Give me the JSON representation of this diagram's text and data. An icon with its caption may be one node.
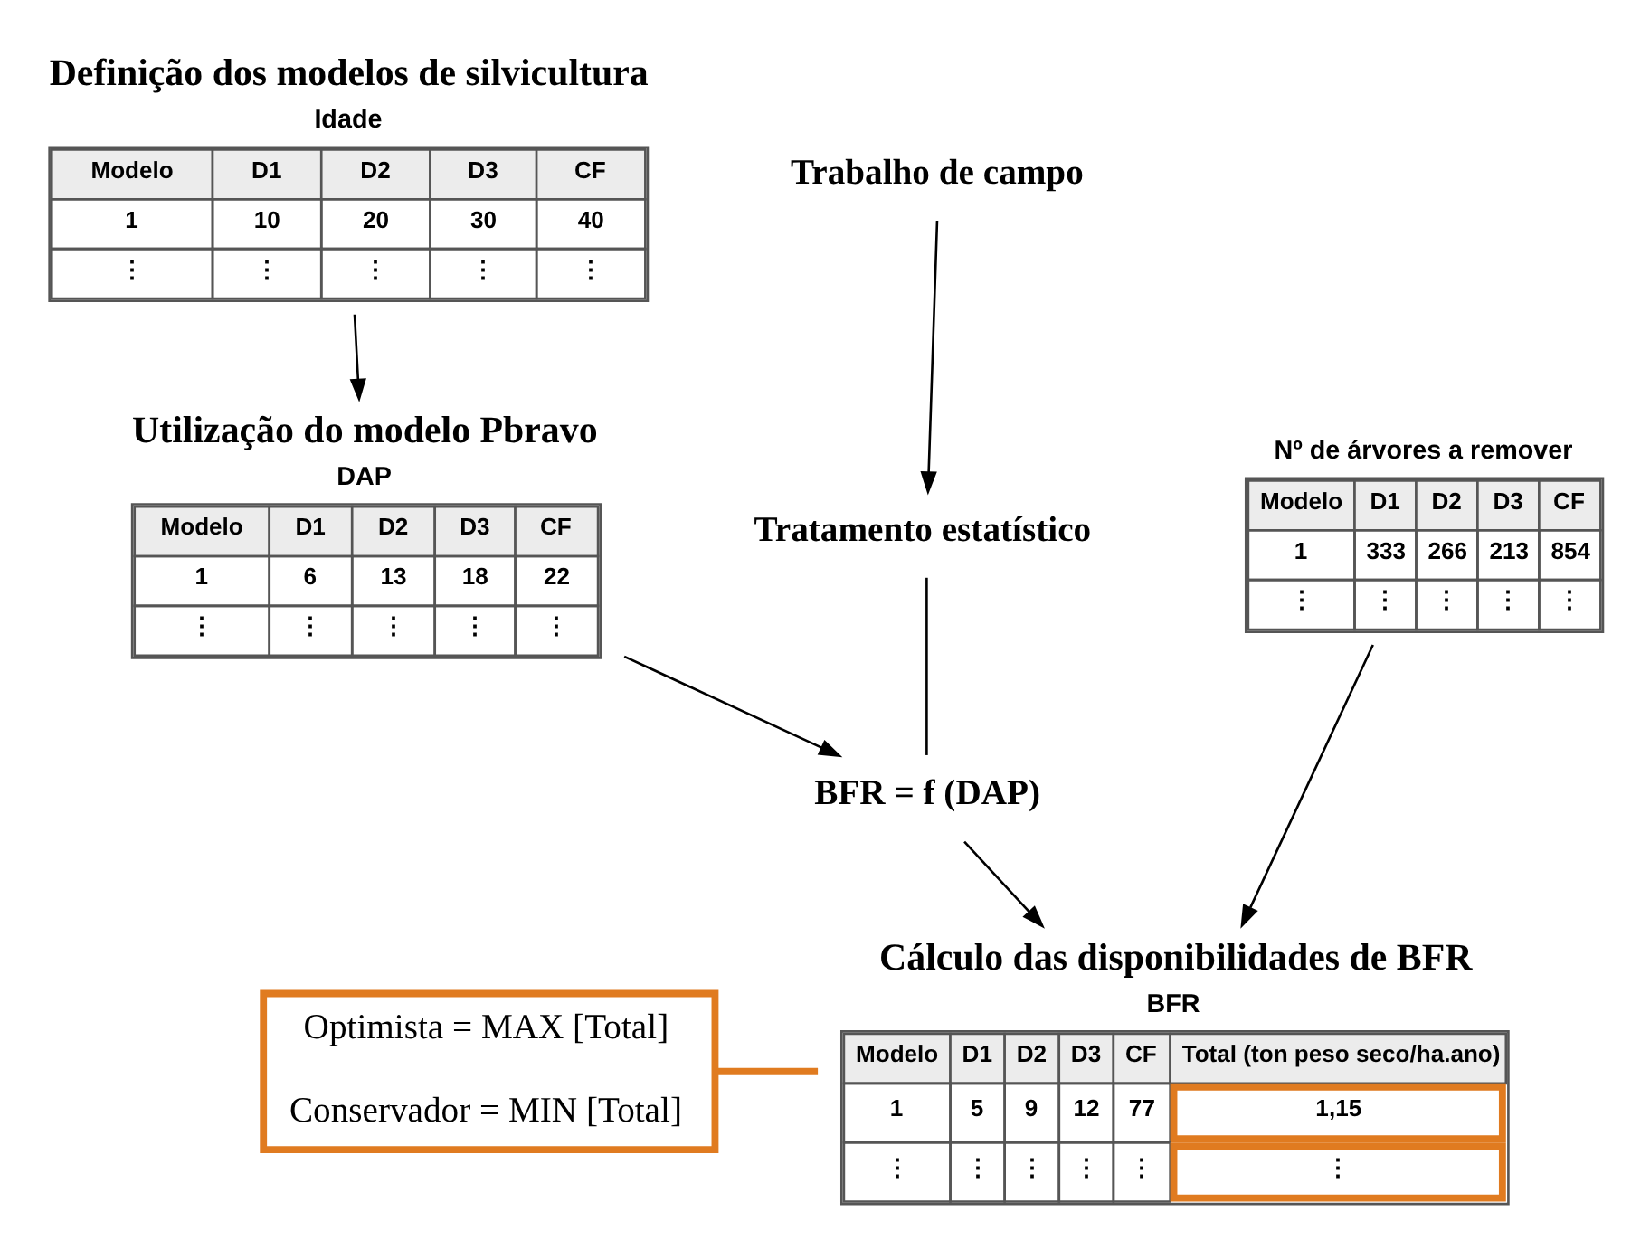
{
  "diagram": {
    "nodes": [
      {
        "text": [
          "Definição dos modelos de silvicultura",
          "Idade",
          "Modelo",
          "D1",
          "D2",
          "D3",
          "CF",
          "1",
          "10",
          "20",
          "30",
          "40",
          "⋮",
          "⋮",
          "⋮",
          "⋮",
          "⋮"
        ]
      },
      {
        "text": [
          "Trabalho de campo"
        ]
      },
      {
        "text": [
          "Utilização do modelo Pbravo",
          "DAP",
          "Modelo",
          "D1",
          "D2",
          "D3",
          "CF",
          "1",
          "6",
          "13",
          "18",
          "22",
          "⋮",
          "⋮",
          "⋮",
          "⋮",
          "⋮"
        ]
      },
      {
        "text": [
          "Nº de árvores a remover",
          "Modelo",
          "D1",
          "D2",
          "D3",
          "CF",
          "1",
          "333",
          "266",
          "213",
          "854",
          "⋮",
          "⋮",
          "⋮",
          "⋮",
          "⋮"
        ]
      },
      {
        "text": [
          "Tratamento estatístico"
        ]
      },
      {
        "text": [
          "BFR = f (DAP)"
        ]
      },
      {
        "text": [
          "Cálculo das disponibilidades de BFR",
          "BFR",
          "Modelo",
          "D1",
          "D2",
          "D3",
          "CF",
          "Total (ton peso seco/ha.ano)",
          "1",
          "5",
          "9",
          "12",
          "77",
          "1,15",
          "⋮",
          "⋮",
          "⋮",
          "⋮",
          "⋮",
          "⋮"
        ]
      },
      {
        "text": [
          "Optimista = MAX [Total]",
          "Conservador = MIN [Total]"
        ]
      }
    ],
    "edges": [
      {
        "from": 0,
        "to": 2,
        "arrow": "to"
      },
      {
        "from": 1,
        "to": 4,
        "arrow": "to"
      },
      {
        "from": 4,
        "to": 5,
        "arrow": "none"
      },
      {
        "from": 2,
        "to": 5,
        "arrow": "to"
      },
      {
        "from": 5,
        "to": 6,
        "arrow": "to"
      },
      {
        "from": 3,
        "to": 6,
        "arrow": "to"
      },
      {
        "from": 7,
        "to": 6,
        "arrow": "none",
        "style": "thick",
        "color": "#e07b20"
      }
    ]
  }
}
